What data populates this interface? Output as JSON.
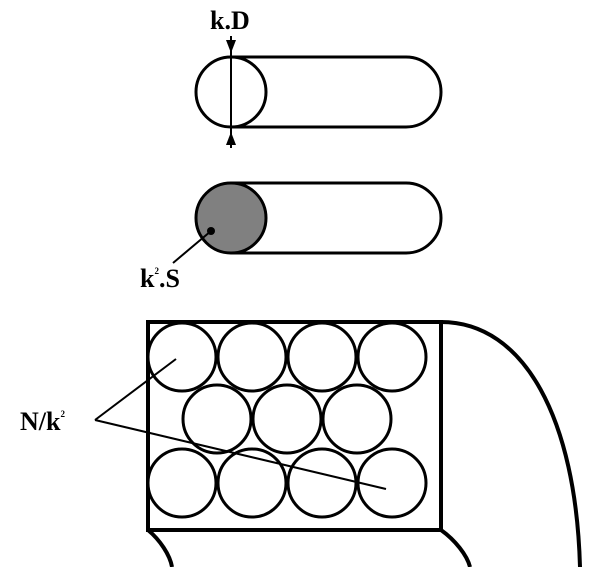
{
  "labels": {
    "diameter_label": "k.D",
    "area_label_base": "k",
    "area_label_exp": "2",
    "area_label_tail": ".S",
    "count_label_base": "N/k",
    "count_label_exp": "2"
  },
  "colors": {
    "stroke": "#000000",
    "fill_shaded": "#808080",
    "background": "#ffffff"
  }
}
